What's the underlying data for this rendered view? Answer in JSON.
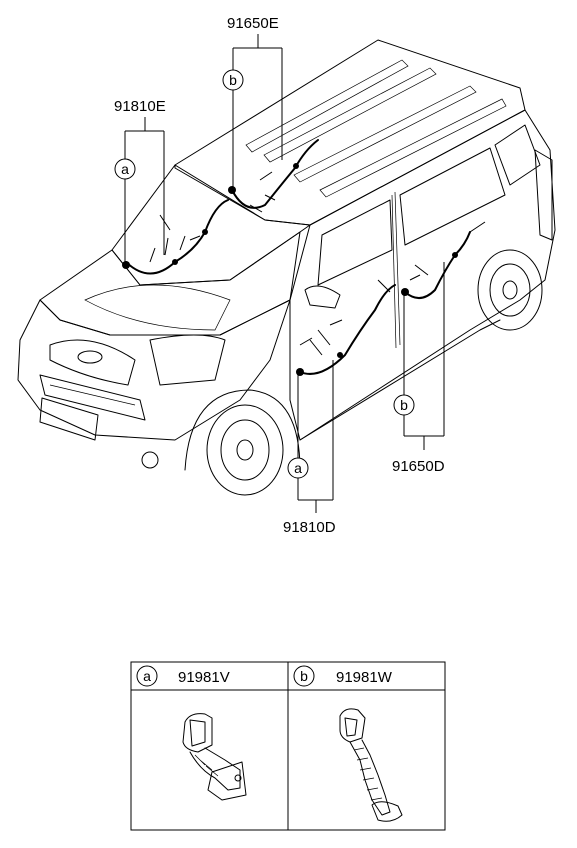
{
  "callouts": {
    "front_harness": "91810E",
    "roof_harness": "91650E",
    "front_door_harness": "91810D",
    "rear_door_harness": "91650D"
  },
  "markers": {
    "a": "a",
    "b": "b"
  },
  "parts_table": {
    "col_a": {
      "marker": "a",
      "part_no": "91981V"
    },
    "col_b": {
      "marker": "b",
      "part_no": "91981W"
    }
  }
}
